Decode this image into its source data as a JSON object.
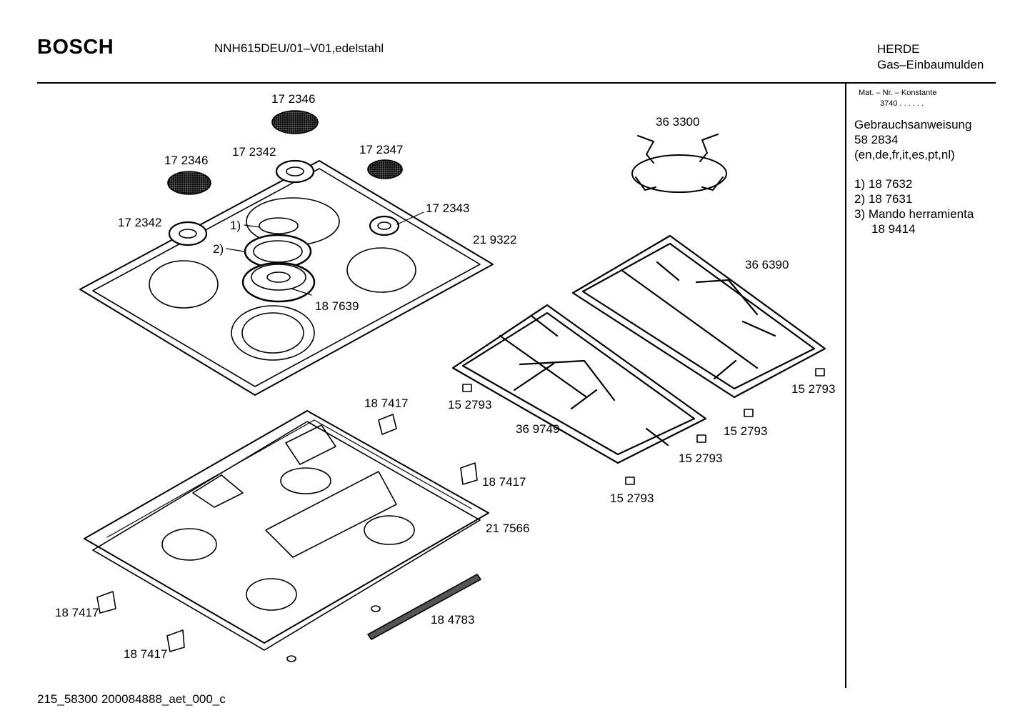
{
  "header": {
    "logo": "BOSCH",
    "model": "NNH615DEU/01–V01,edelstahl",
    "category": "HERDE",
    "subcategory": "Gas–Einbaumulden"
  },
  "sidebar": {
    "mat_label": "Mat. – Nr. – Konstante",
    "mat_value": "3740  .  .  .  .  .  .",
    "manual_title": "Gebrauchsanweisung",
    "manual_number": "58 2834",
    "manual_langs": "(en,de,fr,it,es,pt,nl)",
    "notes": [
      {
        "num": "1)",
        "text": "18 7632"
      },
      {
        "num": "2)",
        "text": "18 7631"
      },
      {
        "num": "3)",
        "text": "Mando herramienta"
      },
      {
        "num": "",
        "text": "18 9414"
      }
    ]
  },
  "parts": [
    {
      "id": "p1",
      "label": "17 2346"
    },
    {
      "id": "p2",
      "label": "17 2346"
    },
    {
      "id": "p3",
      "label": "17 2342"
    },
    {
      "id": "p4",
      "label": "17 2347"
    },
    {
      "id": "p5",
      "label": "17 2342"
    },
    {
      "id": "p6",
      "label": "17 2343"
    },
    {
      "id": "p7",
      "label": "1)"
    },
    {
      "id": "p8",
      "label": "2)"
    },
    {
      "id": "p9",
      "label": "21 9322"
    },
    {
      "id": "p10",
      "label": "18 7639"
    },
    {
      "id": "p11",
      "label": "36 3300"
    },
    {
      "id": "p12",
      "label": "36 6390"
    },
    {
      "id": "p13",
      "label": "15 2793"
    },
    {
      "id": "p14",
      "label": "15 2793"
    },
    {
      "id": "p15",
      "label": "15 2793"
    },
    {
      "id": "p16",
      "label": "15 2793"
    },
    {
      "id": "p17",
      "label": "15 2793"
    },
    {
      "id": "p18",
      "label": "36 9749"
    },
    {
      "id": "p19",
      "label": "18 7417"
    },
    {
      "id": "p20",
      "label": "18 7417"
    },
    {
      "id": "p21",
      "label": "21 7566"
    },
    {
      "id": "p22",
      "label": "18 7417"
    },
    {
      "id": "p23",
      "label": "18 7417"
    },
    {
      "id": "p24",
      "label": "18 4783"
    }
  ],
  "footer": {
    "code": "215_58300​ 200084888_aet_000_c"
  }
}
